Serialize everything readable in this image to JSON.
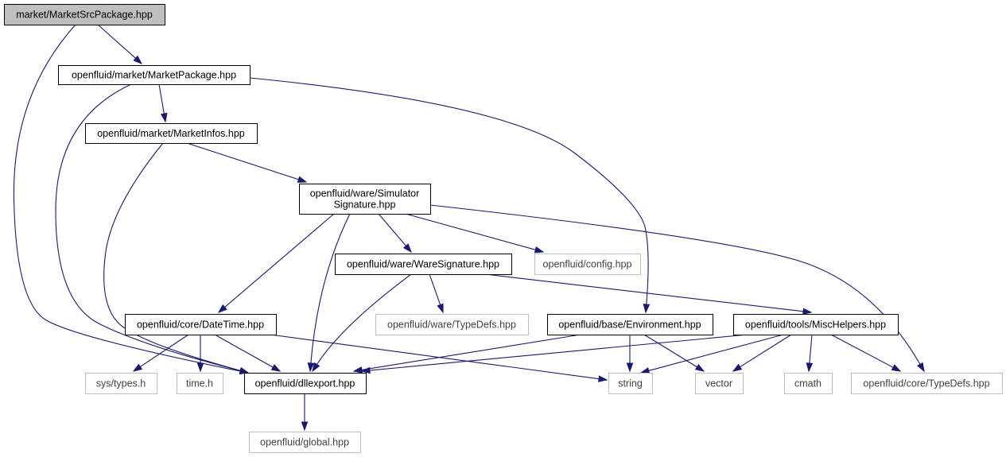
{
  "nodes": [
    {
      "id": "n0",
      "label": "market/MarketSrcPackage.hpp",
      "style": "root"
    },
    {
      "id": "n1",
      "label": "openfluid/market/MarketPackage.hpp",
      "style": "normal"
    },
    {
      "id": "n2",
      "label": "openfluid/market/MarketInfos.hpp",
      "style": "normal"
    },
    {
      "id": "n3",
      "label": "openfluid/ware/Simulator\nSignature.hpp",
      "style": "normal"
    },
    {
      "id": "n4",
      "label": "openfluid/ware/WareSignature.hpp",
      "style": "normal"
    },
    {
      "id": "n5",
      "label": "openfluid/config.hpp",
      "style": "external"
    },
    {
      "id": "n6",
      "label": "openfluid/core/DateTime.hpp",
      "style": "normal"
    },
    {
      "id": "n7",
      "label": "openfluid/ware/TypeDefs.hpp",
      "style": "external"
    },
    {
      "id": "n8",
      "label": "openfluid/base/Environment.hpp",
      "style": "normal"
    },
    {
      "id": "n9",
      "label": "openfluid/tools/MiscHelpers.hpp",
      "style": "normal"
    },
    {
      "id": "n10",
      "label": "sys/types.h",
      "style": "external"
    },
    {
      "id": "n11",
      "label": "time.h",
      "style": "external"
    },
    {
      "id": "n12",
      "label": "openfluid/dllexport.hpp",
      "style": "normal"
    },
    {
      "id": "n13",
      "label": "string",
      "style": "external"
    },
    {
      "id": "n14",
      "label": "vector",
      "style": "external"
    },
    {
      "id": "n15",
      "label": "cmath",
      "style": "external"
    },
    {
      "id": "n16",
      "label": "openfluid/core/TypeDefs.hpp",
      "style": "external"
    },
    {
      "id": "n17",
      "label": "openfluid/global.hpp",
      "style": "external"
    }
  ],
  "edges": [
    {
      "from": "n0",
      "to": "n1"
    },
    {
      "from": "n0",
      "to": "n12"
    },
    {
      "from": "n1",
      "to": "n2"
    },
    {
      "from": "n1",
      "to": "n12"
    },
    {
      "from": "n1",
      "to": "n8"
    },
    {
      "from": "n2",
      "to": "n3"
    },
    {
      "from": "n2",
      "to": "n12"
    },
    {
      "from": "n3",
      "to": "n4"
    },
    {
      "from": "n3",
      "to": "n5"
    },
    {
      "from": "n3",
      "to": "n6"
    },
    {
      "from": "n3",
      "to": "n12"
    },
    {
      "from": "n3",
      "to": "n16"
    },
    {
      "from": "n4",
      "to": "n7"
    },
    {
      "from": "n4",
      "to": "n12"
    },
    {
      "from": "n4",
      "to": "n9"
    },
    {
      "from": "n6",
      "to": "n10"
    },
    {
      "from": "n6",
      "to": "n11"
    },
    {
      "from": "n6",
      "to": "n12"
    },
    {
      "from": "n6",
      "to": "n13"
    },
    {
      "from": "n8",
      "to": "n12"
    },
    {
      "from": "n8",
      "to": "n13"
    },
    {
      "from": "n8",
      "to": "n14"
    },
    {
      "from": "n9",
      "to": "n12"
    },
    {
      "from": "n9",
      "to": "n13"
    },
    {
      "from": "n9",
      "to": "n14"
    },
    {
      "from": "n9",
      "to": "n15"
    },
    {
      "from": "n9",
      "to": "n16"
    },
    {
      "from": "n12",
      "to": "n17"
    }
  ],
  "colors": {
    "edge": "#191970",
    "root_fill": "#bfbfbf",
    "node_border": "#000000",
    "external_border": "#bfbfbf",
    "external_text": "#404040"
  }
}
